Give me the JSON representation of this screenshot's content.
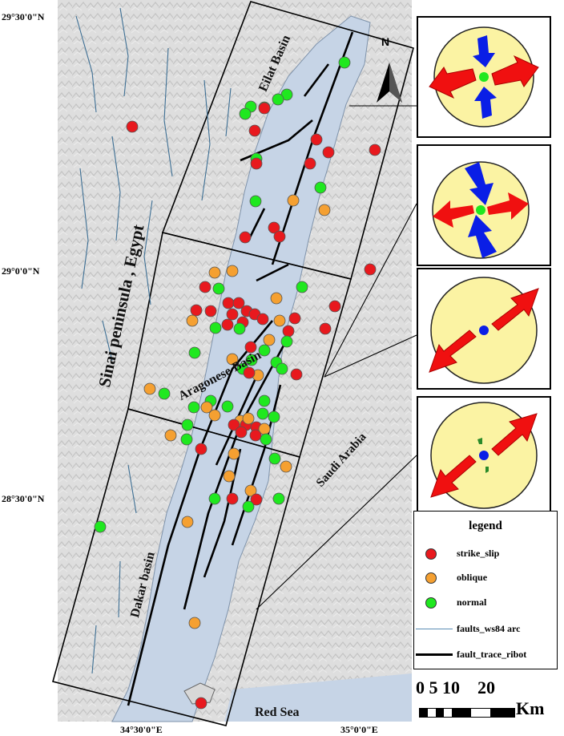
{
  "latitude_labels": [
    "29°30'0\"N",
    "29°0'0\"N",
    "28°30'0\"N"
  ],
  "longitude_labels": [
    "34°30'0\"E",
    "35°0'0\"E"
  ],
  "place_labels": {
    "eilat_basin": "Eilat Basin",
    "sinai": "Sinai peninsula , Egypt",
    "aragonese_basin": "Aragonese Basin",
    "saudi_arabia": "Saudi Arabia",
    "dakar_basin": "Dakar basin",
    "red_sea": "Red Sea",
    "north": "N"
  },
  "legend": {
    "title": "legend",
    "items": [
      {
        "label": "strike_slip",
        "color": "#e8191e",
        "type": "point"
      },
      {
        "label": "oblique",
        "color": "#f5a031",
        "type": "point"
      },
      {
        "label": "normal",
        "color": "#1fe81f",
        "type": "point"
      },
      {
        "label": "faults_ws84 arc",
        "color": "#5b8db5",
        "type": "thin-line"
      },
      {
        "label": "fault_trace_ribot",
        "color": "#000000",
        "type": "thick-line"
      }
    ]
  },
  "scale_bar": {
    "numbers": "0 5 10    20",
    "unit": "Km"
  },
  "colors": {
    "water": "#c6d4e6",
    "land": "#dcdcdc",
    "panel_fill": "#fbf3a3",
    "arrow_red": "#f01010",
    "arrow_blue": "#0a1ee6"
  },
  "stress_panels": [
    {
      "regime": "normal",
      "center": "green"
    },
    {
      "regime": "normal",
      "center": "green"
    },
    {
      "regime": "strike_slip",
      "center": "blue"
    },
    {
      "regime": "strike_slip",
      "center": "blue"
    }
  ]
}
